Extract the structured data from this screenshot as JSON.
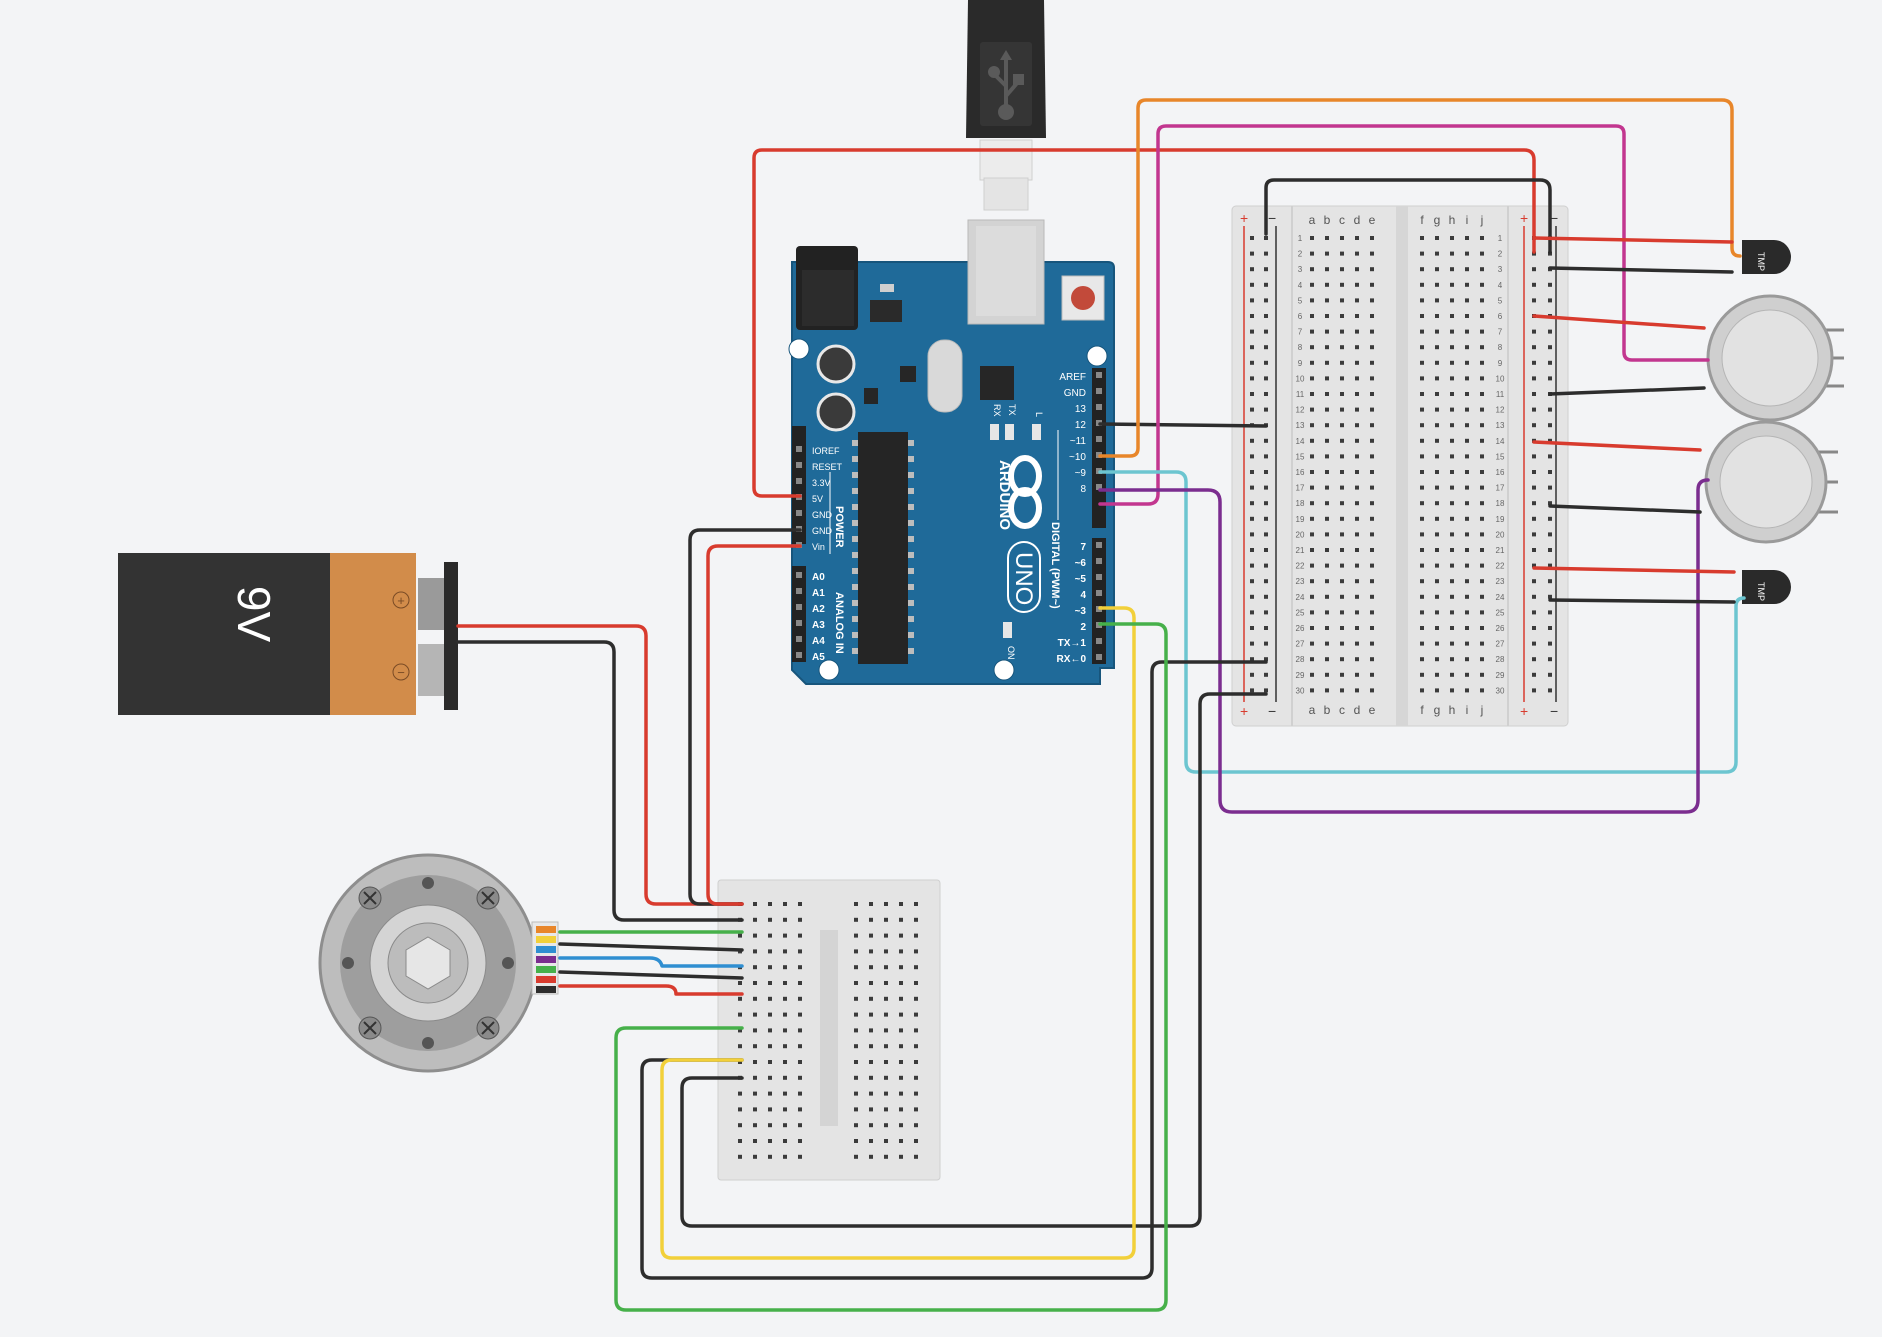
{
  "battery": {
    "label": "9V",
    "plus": "+",
    "minus": "−"
  },
  "arduino": {
    "brand": "ARDUINO",
    "model": "UNO",
    "power_title": "POWER",
    "analog_title": "ANALOG IN",
    "digital_title": "DIGITAL (PWM~)",
    "led_labels": [
      "RX",
      "TX",
      "L"
    ],
    "on_label": "ON",
    "power_pins": [
      "IOREF",
      "RESET",
      "3.3V",
      "5V",
      "GND",
      "GND",
      "Vin"
    ],
    "analog_pins": [
      "A0",
      "A1",
      "A2",
      "A3",
      "A4",
      "A5"
    ],
    "digital_pins_top": [
      "AREF",
      "GND",
      "13",
      "12",
      "~11",
      "~10",
      "~9",
      "8"
    ],
    "digital_pins_bottom": [
      "7",
      "~6",
      "~5",
      "4",
      "~3",
      "2",
      "TX→1",
      "RX←0"
    ]
  },
  "breadboard_large": {
    "cols_left": [
      "a",
      "b",
      "c",
      "d",
      "e"
    ],
    "cols_right": [
      "f",
      "g",
      "h",
      "i",
      "j"
    ],
    "rail_plus": "+",
    "rail_minus": "−",
    "rows": 30
  },
  "sensors": {
    "tmp_label": "TMP"
  },
  "colors": {
    "wire_red": "#d83b2e",
    "wire_black": "#2d2d2d",
    "wire_orange": "#e8862a",
    "wire_magenta": "#c2368f",
    "wire_cyan": "#6cc5d0",
    "wire_purple": "#7b2d8f",
    "wire_yellow": "#f2d03a",
    "wire_green": "#46b04a",
    "wire_blue": "#2f8ed1",
    "arduino_blue": "#1f6a99",
    "battery_body": "#333333",
    "battery_cap": "#d28c4a"
  }
}
